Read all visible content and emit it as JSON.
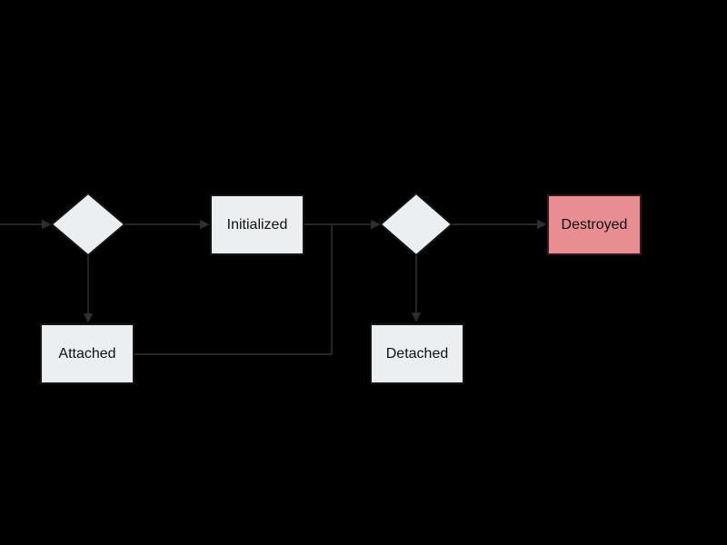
{
  "diagram": {
    "type": "flowchart",
    "background_color": "#000000",
    "colors": {
      "node_fill": "#eceff1",
      "node_stroke": "#161616",
      "destroyed_fill": "#e88e93",
      "edge_color": "#333333",
      "text_color": "#111111"
    },
    "nodes": {
      "decision_1": {
        "label": "",
        "shape": "diamond"
      },
      "initialized": {
        "label": "Initialized",
        "shape": "rectangle"
      },
      "decision_2": {
        "label": "",
        "shape": "diamond"
      },
      "destroyed": {
        "label": "Destroyed",
        "shape": "rectangle"
      },
      "attached": {
        "label": "Attached",
        "shape": "rectangle"
      },
      "detached": {
        "label": "Detached",
        "shape": "rectangle"
      }
    },
    "edges": [
      {
        "from": "offscreen_left",
        "to": "decision_1",
        "arrow": true
      },
      {
        "from": "decision_1",
        "to": "initialized",
        "arrow": true
      },
      {
        "from": "initialized",
        "to": "decision_2",
        "arrow": true
      },
      {
        "from": "decision_2",
        "to": "destroyed",
        "arrow": true
      },
      {
        "from": "decision_1",
        "to": "attached",
        "arrow": true
      },
      {
        "from": "decision_2",
        "to": "detached",
        "arrow": true
      },
      {
        "from": "attached",
        "to": "decision_2",
        "arrow": false
      }
    ]
  }
}
